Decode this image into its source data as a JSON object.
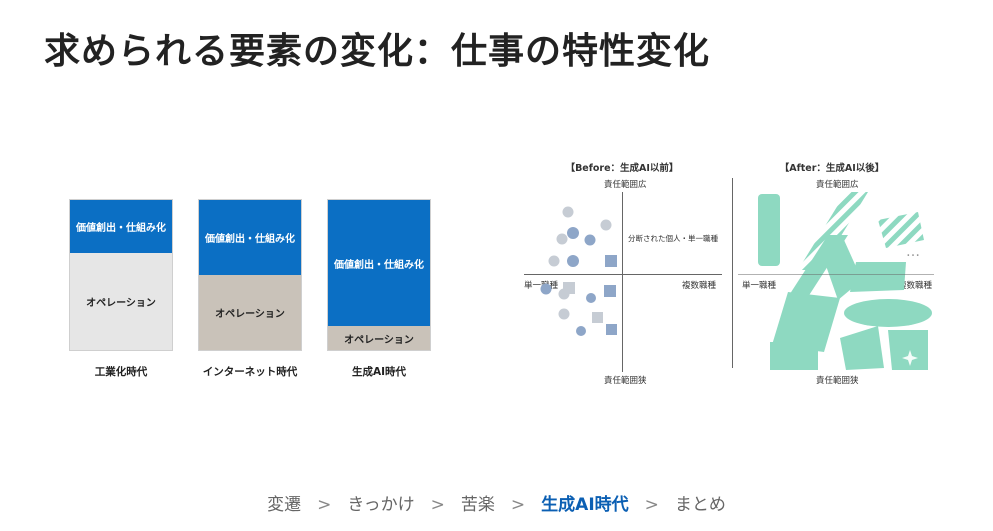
{
  "title": "求められる要素の変化：仕事の特性変化",
  "left_figure": {
    "bars": [
      {
        "top_label": "価値創出・仕組み化",
        "top_fraction": 0.35,
        "bottom_label": "オペレーション",
        "bottom_color": "#e6e6e6",
        "era": "工業化時代"
      },
      {
        "top_label": "価値創出・仕組み化",
        "top_fraction": 0.49,
        "bottom_label": "オペレーション",
        "bottom_color": "#c9c2b9",
        "era": "インターネット時代"
      },
      {
        "top_label": "価値創出・仕組み化",
        "top_fraction": 0.83,
        "bottom_label": "オペレーション",
        "bottom_color": "#c9c2b9",
        "era": "生成AI時代"
      }
    ]
  },
  "right_figure": {
    "before": {
      "title": "【Before：生成AI以前】",
      "top": "責任範囲広",
      "bottom": "責任範囲狭",
      "left": "単一職種",
      "right": "複数職種",
      "note": "分断された個人・単一職種"
    },
    "after": {
      "title": "【After：生成AI以後】",
      "top": "責任範囲広",
      "bottom": "責任範囲狭",
      "left": "単一職種",
      "right": "複数職種",
      "ellipsis": "…"
    },
    "colors": {
      "gray_dot": "#c6ccd4",
      "blue_dot": "#8ea6c8",
      "green": "#8ed9c1"
    }
  },
  "breadcrumb": {
    "items": [
      "変遷",
      "きっかけ",
      "苦楽",
      "生成AI時代",
      "まとめ"
    ],
    "active_index": 3,
    "separator": ">"
  }
}
